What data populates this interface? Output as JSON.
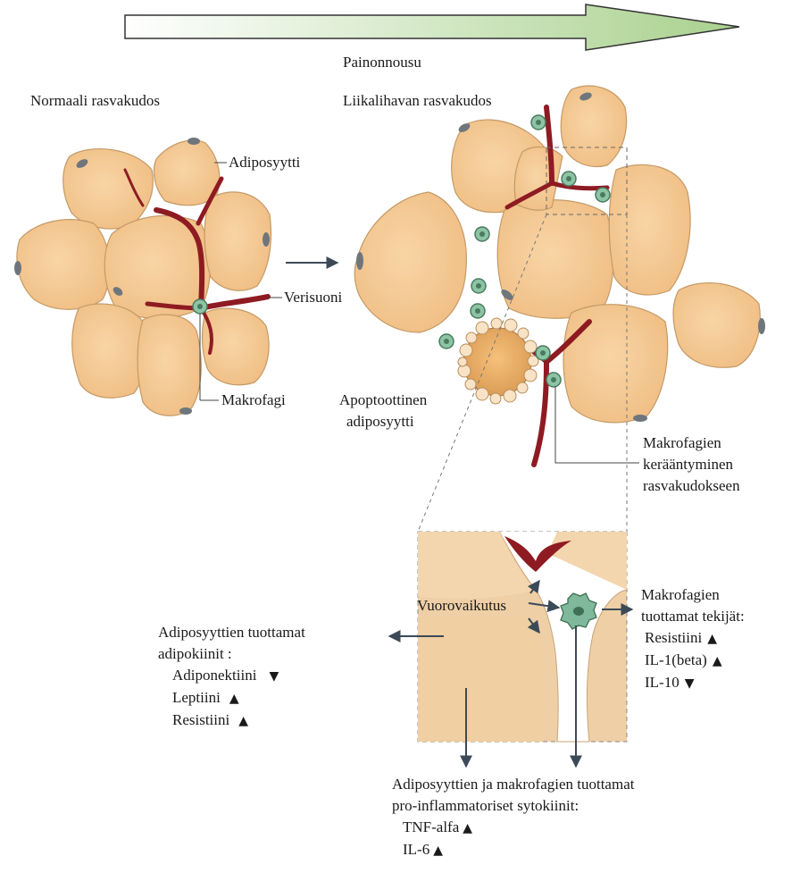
{
  "header": {
    "arrow_label": "Painonnousu"
  },
  "panels": {
    "normal_title": "Normaali rasvakudos",
    "obese_title": "Liikalihavan rasvakudos"
  },
  "labels": {
    "adipocyte": "Adiposyytti",
    "vessel": "Verisuoni",
    "macrophage": "Makrofagi",
    "apoptotic_line1": "Apoptoottinen",
    "apoptotic_line2": "adiposyytti",
    "accumulation_line1": "Makrofagien",
    "accumulation_line2": "kerääntyminen",
    "accumulation_line3": "rasvakudokseen",
    "interaction": "Vuorovaikutus"
  },
  "adipokines": {
    "title_line1": "Adiposyyttien tuottamat",
    "title_line2": "adipokiinit :",
    "items": [
      {
        "name": "Adiponektiini",
        "trend": "▼"
      },
      {
        "name": "Leptiini",
        "trend": "▲"
      },
      {
        "name": "Resistiini",
        "trend": "▲"
      }
    ]
  },
  "macrophage_factors": {
    "title_line1": "Makrofagien",
    "title_line2": "tuottamat tekijät:",
    "items": [
      {
        "name": "Resistiini",
        "trend": "▲"
      },
      {
        "name": "IL-1(beta)",
        "trend": "▲"
      },
      {
        "name": "IL-10",
        "trend": "▼"
      }
    ]
  },
  "cytokines": {
    "title_line1": "Adiposyyttien ja makrofagien tuottamat",
    "title_line2": "pro-inflammatoriset sytokiinit:",
    "items": [
      {
        "name": "TNF-alfa",
        "trend": "▲"
      },
      {
        "name": "IL-6",
        "trend": "▲"
      }
    ]
  },
  "colors": {
    "cell_fill": "#f5c995",
    "cell_stroke": "#b98e5c",
    "vessel": "#8e1b22",
    "nucleus": "#6e767c",
    "macrophage": "#7fb89a",
    "arrow_fill": "#cfe6b4"
  }
}
